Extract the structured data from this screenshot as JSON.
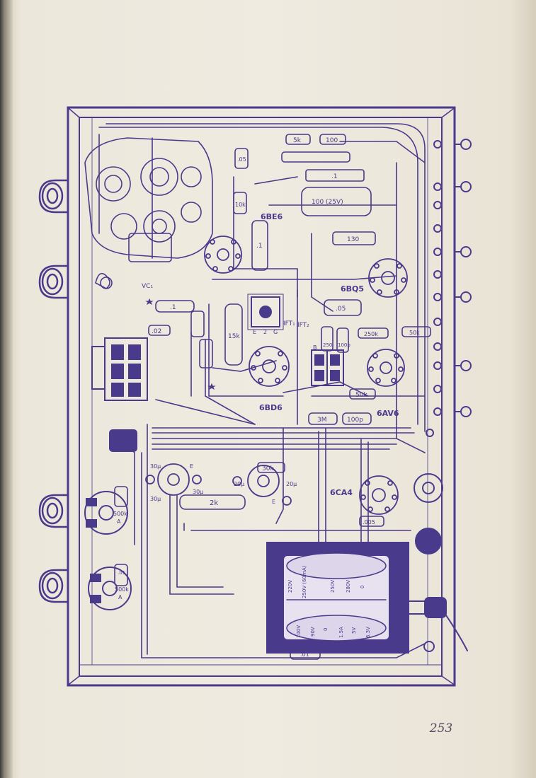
{
  "page": {
    "number": "253"
  },
  "colors": {
    "ink": "#4a3a8c",
    "paper": "#efebe0"
  },
  "labels": {
    "tube_6be6": "6BE6",
    "tube_6bq5": "6BQ5",
    "tube_6bd6": "6BD6",
    "tube_6av6": "6AV6",
    "tube_6ca4": "6CA4",
    "vc1": "VC₁",
    "ift1": "IFT₁",
    "ift2": "IFT₂",
    "r_5k": "5k",
    "r_100": "100",
    "c_point1_top": ".1",
    "c_100_25v": "100 (25V)",
    "c_05_top": ".05",
    "r_10k": "10k",
    "c_point1_mid": ".1",
    "r_130": "130",
    "c_05_mid": ".05",
    "r_250k": "250k",
    "r_50k_right": "50k",
    "r_250_vert": "250",
    "c_100p_vert": "100p",
    "r_15k": "15k",
    "c_02": ".02",
    "c_point1_left": ".1",
    "r_50k_mid": "50k",
    "r_3m": "3M",
    "c_100p": "100p",
    "r_30k": "30k",
    "r_2k": "2k",
    "cap_30u_a": "30μ",
    "cap_30u_b": "30μ",
    "cap_30u_c": "30μ",
    "cap_20u_a": "20μ",
    "cap_20u_b": "20μ",
    "pot_500k_a": "500k",
    "pot_500k_b": "500k",
    "pot_a_letter_a": "A",
    "pot_a_letter_b": "A",
    "c_01_left": ".01",
    "c_005": ".005",
    "c_01_bottom": ".01",
    "pin_e_ift": "E",
    "pin_2_ift": "2",
    "pin_g_ift": "G",
    "pin_b_ift2": "B",
    "pin_e_30u": "E",
    "pin_e_20u": "E",
    "t_220v": "220V",
    "t_250v_60ma": "250V (60mA)",
    "t_250v": "250V",
    "t_280v": "280V",
    "t_0": "0",
    "t_100v": "100V",
    "t_90v": "90V",
    "t_0_low": "0",
    "t_15a": "1.5A",
    "t_5v": "5V",
    "t_63v": "6.3V"
  }
}
